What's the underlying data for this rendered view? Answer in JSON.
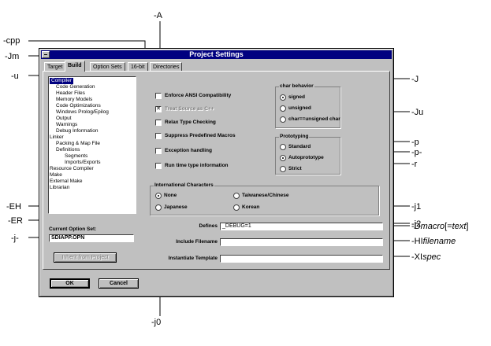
{
  "window": {
    "title": "Project Settings",
    "tabs": [
      "Target",
      "Build",
      "Option Sets",
      "16-bit",
      "Directories"
    ],
    "active_tab": "Build"
  },
  "tree": {
    "items": [
      {
        "label": "Compiler",
        "level": 0,
        "selected": true
      },
      {
        "label": "Code Generation",
        "level": 1
      },
      {
        "label": "Header Files",
        "level": 1
      },
      {
        "label": "Memory Models",
        "level": 1
      },
      {
        "label": "Code Optimizations",
        "level": 1
      },
      {
        "label": "Windows Prolog/Epilog",
        "level": 1
      },
      {
        "label": "Output",
        "level": 1
      },
      {
        "label": "Warnings",
        "level": 1
      },
      {
        "label": "Debug Information",
        "level": 1
      },
      {
        "label": "Linker",
        "level": 0
      },
      {
        "label": "Packing & Map File",
        "level": 1
      },
      {
        "label": "Definitions",
        "level": 1
      },
      {
        "label": "Segments",
        "level": 2
      },
      {
        "label": "Imports/Exports",
        "level": 2
      },
      {
        "label": "Resource Compiler",
        "level": 0
      },
      {
        "label": "Make",
        "level": 0
      },
      {
        "label": "External Make",
        "level": 0
      },
      {
        "label": "Librarian",
        "level": 0
      }
    ]
  },
  "current_option_set": {
    "label": "Current Option Set:",
    "value": "SDIAPP.OPN",
    "inherit_button": "Inherit from Project"
  },
  "checkboxes": [
    {
      "label": "Enforce ANSI Compatibility",
      "checked": false,
      "enabled": true
    },
    {
      "label": "Treat Source as C++",
      "checked": true,
      "enabled": false
    },
    {
      "label": "Relax Type Checking",
      "checked": false,
      "enabled": true
    },
    {
      "label": "Suppress Predefined Macros",
      "checked": false,
      "enabled": true
    },
    {
      "label": "Exception handling",
      "checked": false,
      "enabled": true
    },
    {
      "label": "Run time type information",
      "checked": false,
      "enabled": true
    }
  ],
  "char_behavior": {
    "title": "char behavior",
    "options": [
      {
        "label": "signed",
        "selected": true
      },
      {
        "label": "unsigned",
        "selected": false
      },
      {
        "label": "char==unsigned char",
        "selected": false
      }
    ]
  },
  "prototyping": {
    "title": "Prototyping",
    "options": [
      {
        "label": "Standard",
        "selected": false
      },
      {
        "label": "Autoprototype",
        "selected": true
      },
      {
        "label": "Strict",
        "selected": false
      }
    ]
  },
  "intl_chars": {
    "title": "International Characters",
    "options": [
      {
        "label": "None",
        "selected": true
      },
      {
        "label": "Japanese",
        "selected": false
      },
      {
        "label": "Taiwanese/Chinese",
        "selected": false
      },
      {
        "label": "Korean",
        "selected": false
      }
    ]
  },
  "fields": {
    "defines_label": "Defines",
    "defines_value": "_DEBUG=1",
    "include_label": "Include Filename",
    "include_value": "",
    "instantiate_label": "Instantiate Template",
    "instantiate_value": ""
  },
  "buttons": {
    "ok": "OK",
    "cancel": "Cancel"
  },
  "callouts": {
    "A": "-A",
    "cpp": "-cpp",
    "Jm": "-Jm",
    "u": "-u",
    "EH": "-EH",
    "ER": "-ER",
    "j_dash": "-j-",
    "j0": "-j0",
    "J": "-J",
    "Ju": "-Ju",
    "p": "-p",
    "p_dash": "-p-",
    "r": "-r",
    "j1": "-j1",
    "j2": "-j2",
    "D_prefix": "-D",
    "D_macro": "macro",
    "D_suffix": "[=",
    "D_text": "text",
    "D_close": "]",
    "HI_prefix": "-HI",
    "HI_arg": "filename",
    "XI_prefix": "-XI",
    "XI_arg": "spec"
  }
}
